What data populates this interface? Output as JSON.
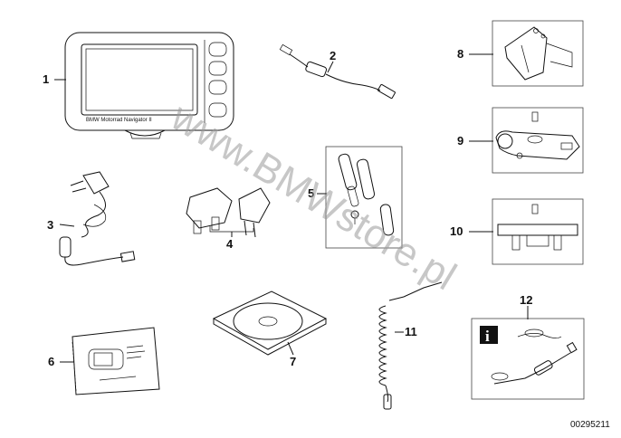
{
  "diagram": {
    "callouts": [
      "1",
      "2",
      "3",
      "4",
      "5",
      "6",
      "7",
      "8",
      "9",
      "10",
      "11",
      "12"
    ],
    "device_label": "BMW Motorrad Navigator II",
    "watermark": "www.BMWstore.pl",
    "part_code": "00295211",
    "info_icon_glyph": "i"
  }
}
